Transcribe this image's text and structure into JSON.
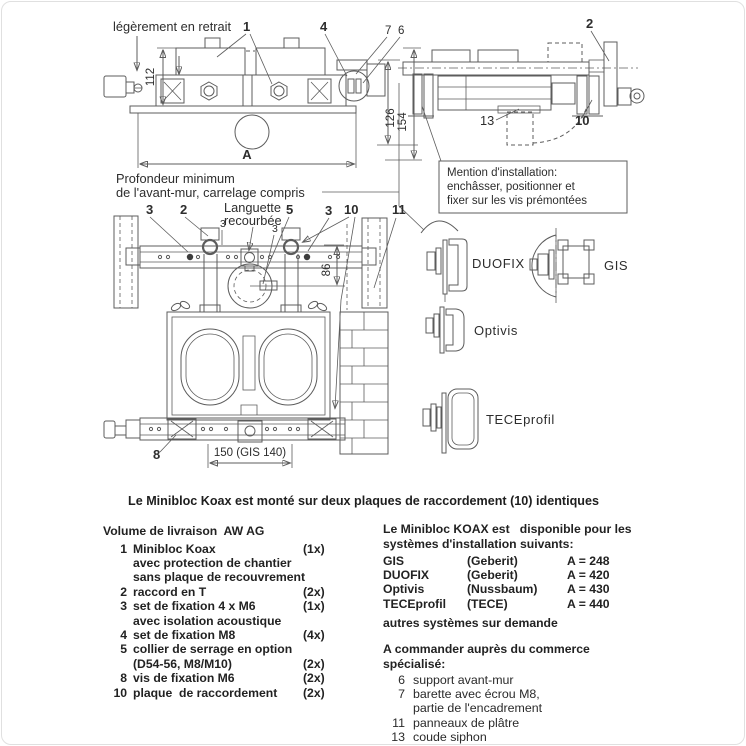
{
  "diagram": {
    "side_view": {
      "label_retrait": "légèrement en retrait",
      "callout_1": "1",
      "callout_4": "4",
      "callout_7": "7",
      "callout_6": "6",
      "dim_height": "112",
      "dim_depth_min": "126",
      "dim_depth_total": "154",
      "dim_width": "A",
      "caption_line1": "Profondeur minimum",
      "caption_line2": "de l'avant-mur, carrelage compris"
    },
    "install_view": {
      "callout_2": "2",
      "callout_13": "13",
      "callout_10": "10",
      "note_line1": "Mention d'installation:",
      "note_line2": "enchâsser, positionner et",
      "note_line3": "fixer sur les vis prémontées"
    },
    "front_view": {
      "callout_3_left": "3",
      "callout_2": "2",
      "callout_3_small_left": "3",
      "label_languette_line1": "Languette",
      "label_languette_line2": "recourbée",
      "callout_5": "5",
      "callout_3_small_right": "3",
      "callout_3_right": "3",
      "callout_10": "10",
      "callout_11": "11",
      "callout_8": "8",
      "dim_axis": "86",
      "dim_span": "150 (GIS 140)"
    },
    "systems": {
      "duofix": "DUOFIX",
      "gis": "GIS",
      "optivis": "Optivis",
      "teceprofil": "TECEprofil"
    }
  },
  "headline": "Le Minibloc Koax est monté sur deux plaques de raccordement (10) identiques",
  "delivery": {
    "title": "Volume de livraison  AW AG",
    "rows": [
      {
        "num": "1",
        "text": "Minibloc Koax",
        "qty": "(1x)"
      },
      {
        "num": "",
        "text": "avec protection de chantier",
        "qty": ""
      },
      {
        "num": "",
        "text": "sans plaque de recouvrement",
        "qty": ""
      },
      {
        "num": "2",
        "text": "raccord en T",
        "qty": "(2x)"
      },
      {
        "num": "3",
        "text": "set de fixation 4 x M6",
        "qty": "(1x)"
      },
      {
        "num": "",
        "text": "avec isolation acoustique",
        "qty": ""
      },
      {
        "num": "4",
        "text": "set de fixation M8",
        "qty": "(4x)"
      },
      {
        "num": "5",
        "text": "collier de serrage en option",
        "qty": ""
      },
      {
        "num": "",
        "text": "(D54-56, M8/M10)",
        "qty": "(2x)"
      },
      {
        "num": "8",
        "text": "vis de fixation M6",
        "qty": "(2x)"
      },
      {
        "num": "10",
        "text": "plaque  de raccordement",
        "qty": "(2x)"
      }
    ]
  },
  "availability": {
    "intro_line1": "Le Minibloc KOAX est   disponible pour les",
    "intro_line2": "systèmes d'installation suivants:",
    "rows": [
      {
        "system": "GIS",
        "brand": "(Geberit)",
        "dim": "A = 248"
      },
      {
        "system": "DUOFIX",
        "brand": "(Geberit)",
        "dim": "A = 420"
      },
      {
        "system": "Optivis",
        "brand": "(Nussbaum)",
        "dim": "A = 430"
      },
      {
        "system": "TECEprofil",
        "brand": "(TECE)",
        "dim": "A = 440"
      }
    ],
    "note": "autres systèmes sur demande"
  },
  "order": {
    "title_line1": "A commander auprès du commerce",
    "title_line2": "spécialisé:",
    "rows": [
      {
        "num": "6",
        "text": "support avant-mur"
      },
      {
        "num": "7",
        "text": "barette avec écrou M8,"
      },
      {
        "num": "",
        "text": "partie de l'encadrement"
      },
      {
        "num": "11",
        "text": "panneaux de plâtre"
      },
      {
        "num": "13",
        "text": "coude siphon"
      }
    ]
  }
}
